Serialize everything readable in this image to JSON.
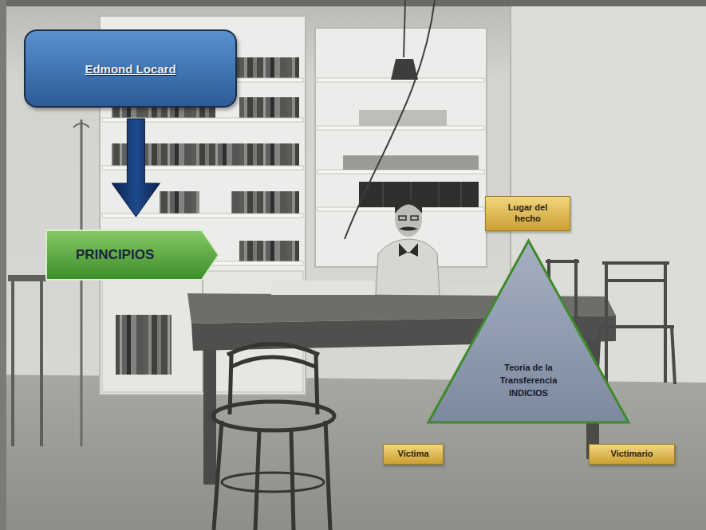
{
  "diagram": {
    "nodes": [
      {
        "text": [
          "Edmond Locard"
        ]
      },
      {
        "text": [
          "PRINCIPIOS"
        ]
      },
      {
        "text": [
          "Teoría de la Transferencia INDICIOS"
        ]
      },
      {
        "text": [
          "Lugar del hecho"
        ]
      },
      {
        "text": [
          "Víctima"
        ]
      },
      {
        "text": [
          "Victimario"
        ]
      }
    ],
    "edges": [
      {
        "from": 0,
        "to": 1,
        "arrow": "to"
      }
    ]
  }
}
